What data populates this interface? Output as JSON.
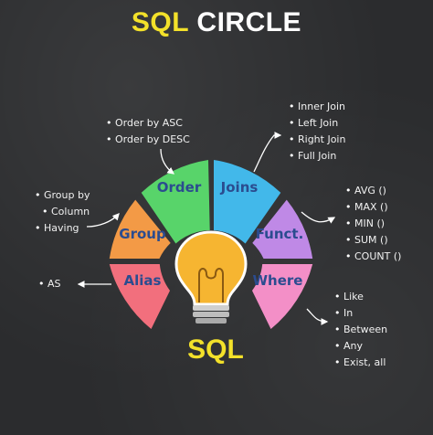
{
  "title": {
    "part1": "SQL",
    "part2": "CIRCLE"
  },
  "center": "SQL",
  "segments": {
    "order": "Order",
    "joins": "Joins",
    "group": "Group",
    "funct": "Funct.",
    "alias": "Alias",
    "where": "Where"
  },
  "notes": {
    "order": [
      "Order by ASC",
      "Order by DESC"
    ],
    "joins": [
      "Inner Join",
      "Left Join",
      "Right Join",
      "Full Join"
    ],
    "group": [
      "Group by",
      "Column",
      "Having"
    ],
    "funct": [
      "AVG ()",
      "MAX ()",
      "MIN ()",
      "SUM ()",
      "COUNT ()"
    ],
    "alias": [
      "AS"
    ],
    "where": [
      "Like",
      "In",
      "Between",
      "Any",
      "Exist, all"
    ]
  },
  "colors": {
    "order": "#58d46a",
    "joins": "#42b8ea",
    "group": "#f39a46",
    "funct": "#bf89e6",
    "alias": "#f26f7d",
    "where": "#f38fc7",
    "title_yellow": "#f3e12a",
    "bulb": "#f6b531"
  }
}
